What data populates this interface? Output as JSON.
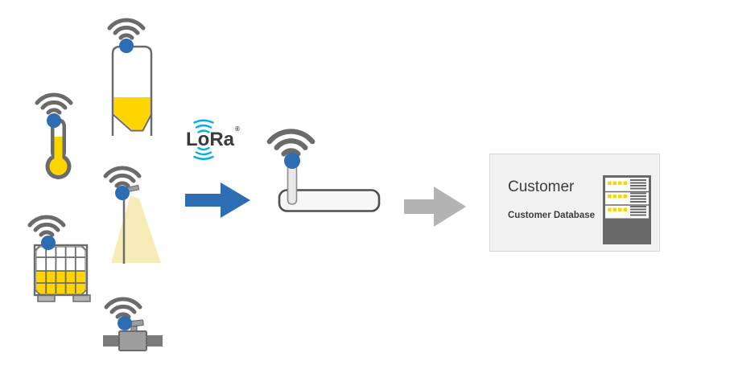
{
  "lora": {
    "label": "LoRa",
    "trademark": "®"
  },
  "customer": {
    "title": "Customer",
    "subtitle": "Customer Database"
  },
  "icons": {
    "sensors": [
      "wifi-icon",
      "silo-icon",
      "thermometer-icon",
      "street-light-icon",
      "ibc-container-icon",
      "valve-icon"
    ],
    "network": [
      "lora-waves-icon",
      "lora-gateway-icon"
    ],
    "flow": [
      "arrow-right-blue-icon",
      "arrow-right-gray-icon"
    ],
    "customer": [
      "server-icon"
    ]
  },
  "colors": {
    "brand-blue": "#2c6db4",
    "accent-yellow": "#ffd500",
    "pale-yellow": "#f6ecb8",
    "icon-gray": "#6b6b6b",
    "outline-dark": "#4f4f4f",
    "mid-gray": "#9e9e9e",
    "pipe-gray": "#7b7b7b",
    "arrow-gray": "#b3b3b3",
    "lora-cyan": "#00b0e0",
    "lora-dark": "#3a3a39",
    "text-dark": "#3d3d3d",
    "card-bg": "#f1f1f1",
    "card-border": "#d9d9d9",
    "server-gray": "#696969"
  }
}
